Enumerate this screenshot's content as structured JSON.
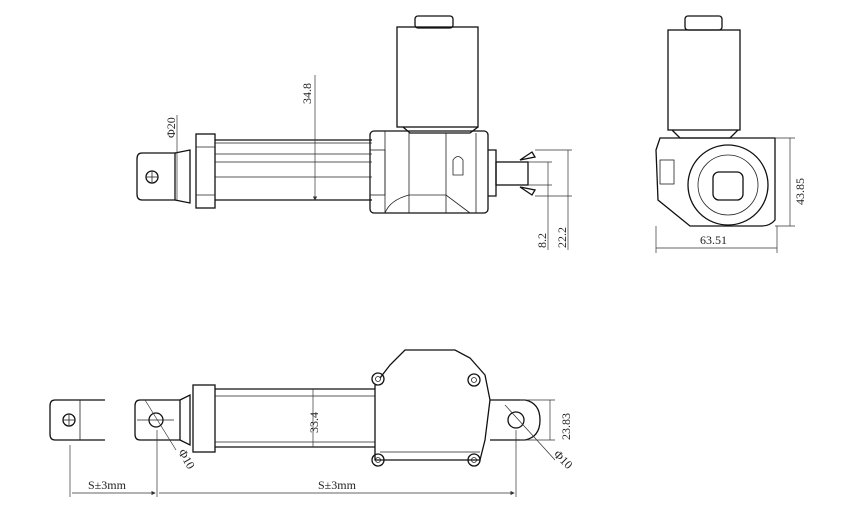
{
  "drawing": {
    "top_view": {
      "height_label": "34.8",
      "rod_diameter_label": "Φ20",
      "clevis_slot_label": "8.2",
      "clevis_width_label": "22.2"
    },
    "side_view": {
      "height_label": "43.85",
      "width_label": "63.51"
    },
    "bottom_view": {
      "tube_label": "33.4",
      "clevis_label": "23.83",
      "front_hole_label": "Φ10",
      "rear_hole_label": "Φ10",
      "stroke_label": "S±3mm",
      "retracted_label": "S±3mm"
    }
  }
}
